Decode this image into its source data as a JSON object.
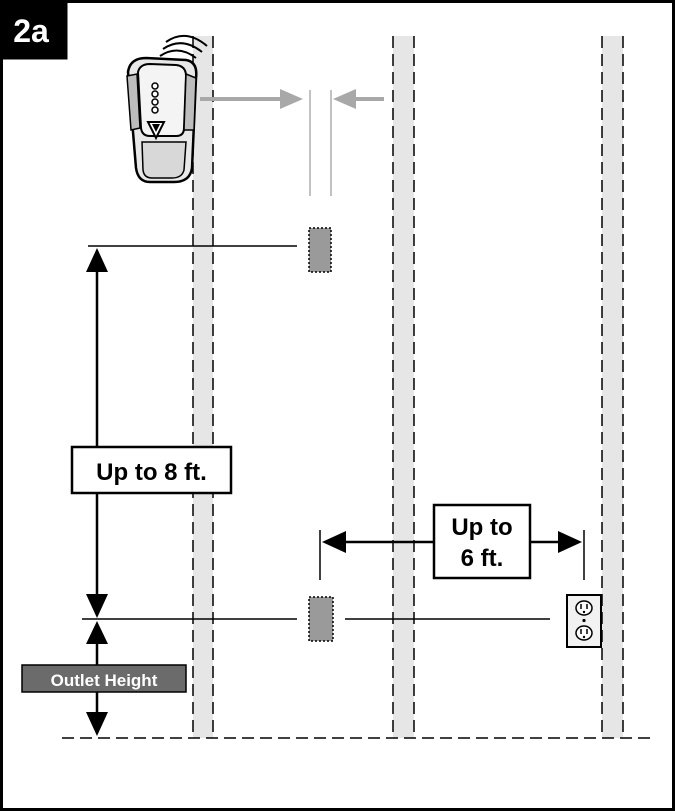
{
  "figure": {
    "label": "2a",
    "distance_vertical_label": "Up to 8 ft.",
    "distance_horizontal_label_line1": "Up to",
    "distance_horizontal_label_line2": "6 ft.",
    "outlet_height_label": "Outlet Height"
  },
  "colors": {
    "stud": "#e6e6e6",
    "arrow_gray": "#a8a8a8",
    "sensor_gray": "#9a9a9a",
    "outlet_label_bg": "#6b6b6b",
    "ink": "#000000"
  },
  "icons": [
    "stud-finder-icon",
    "electrical-outlet-icon",
    "signal-waves-icon"
  ]
}
